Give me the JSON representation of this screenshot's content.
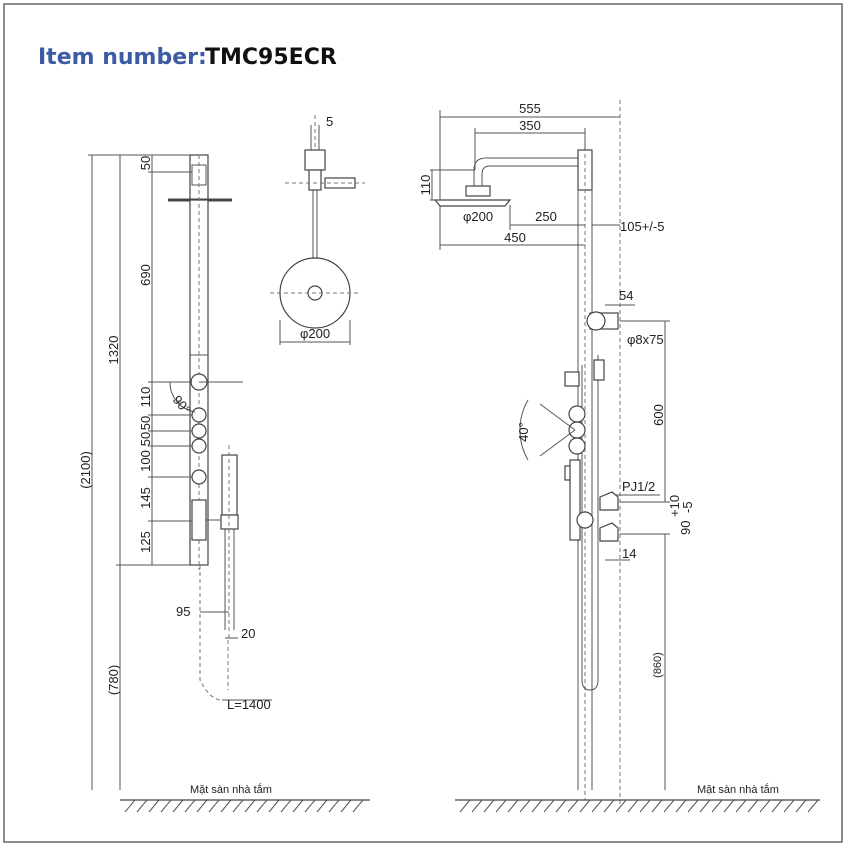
{
  "title": {
    "label": "Item number:",
    "value": "TMC95ECR"
  },
  "colors": {
    "title_label": "#3b5ba5",
    "lines": "#555555"
  },
  "left_view": {
    "dims": {
      "total": "(2100)",
      "upper": "1320",
      "lower": "(780)",
      "d50_top": "50",
      "d690": "690",
      "d110": "110",
      "d50a": "50",
      "d50b": "50",
      "d100": "100",
      "d145": "145",
      "d125": "125",
      "angle": "90°",
      "d95": "95",
      "d20": "20",
      "hose": "L=1400"
    },
    "floor_label": "Mặt sàn nhà tắm"
  },
  "top_view": {
    "dims": {
      "d5": "5",
      "head": "φ200"
    }
  },
  "right_view": {
    "dims": {
      "d555": "555",
      "d350": "350",
      "d110": "110",
      "head": "φ200",
      "d250": "250",
      "d450": "450",
      "offset": "105+/-5",
      "d54": "54",
      "screw": "φ8x75",
      "d600": "600",
      "angle": "40°",
      "thread": "PJ1/2",
      "spacing": "90",
      "tol": "+10\n-5",
      "tol_plus": "+10",
      "tol_minus": "-5",
      "d14": "14",
      "d860": "(860)"
    },
    "floor_label": "Mặt sàn nhà tắm"
  }
}
